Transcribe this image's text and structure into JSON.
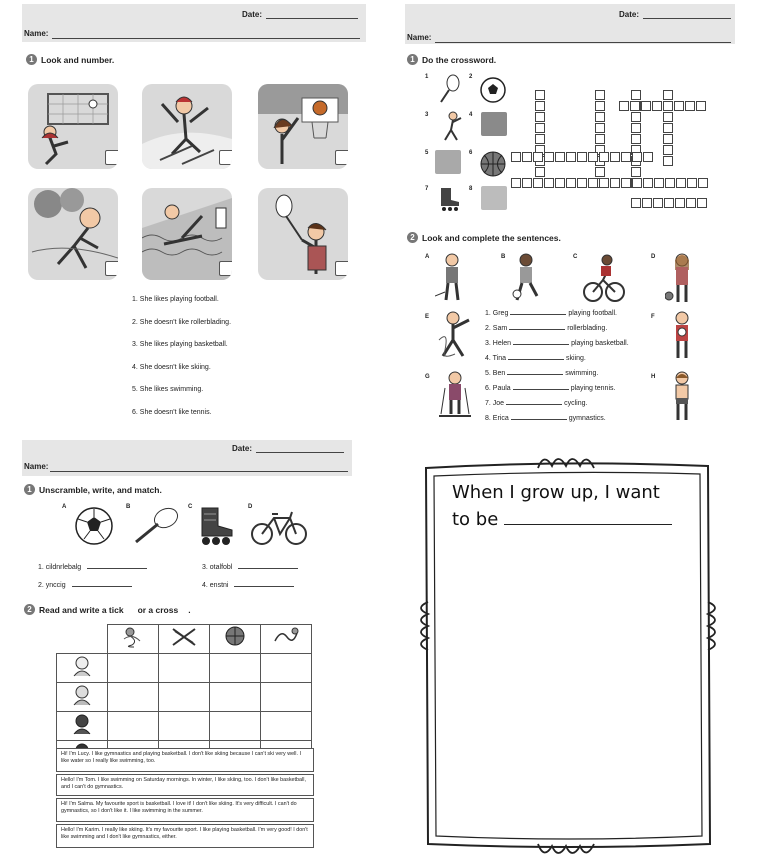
{
  "labels": {
    "date": "Date:",
    "name": "Name:"
  },
  "ws1": {
    "section1": "Look and number.",
    "sentences": [
      "1. She likes playing football.",
      "2. She doesn't like rollerblading.",
      "3. She likes playing basketball.",
      "4. She doesn't like skiing.",
      "5. She likes swimming.",
      "6. She doesn't like tennis."
    ]
  },
  "ws2": {
    "section1": "Do the crossword.",
    "clue_numbers": [
      "1",
      "2",
      "3",
      "4",
      "5",
      "6",
      "7",
      "8"
    ],
    "section2": "Look and complete the sentences.",
    "picture_letters": [
      "A",
      "B",
      "C",
      "D",
      "E",
      "F",
      "G",
      "H"
    ],
    "sentences": [
      {
        "name": "1. Greg",
        "rest": "playing football."
      },
      {
        "name": "2. Sam",
        "rest": "rollerblading."
      },
      {
        "name": "3. Helen",
        "rest": "playing basketball."
      },
      {
        "name": "4. Tina",
        "rest": "skiing."
      },
      {
        "name": "5. Ben",
        "rest": "swimming."
      },
      {
        "name": "6. Paula",
        "rest": "playing tennis."
      },
      {
        "name": "7. Joe",
        "rest": "cycling."
      },
      {
        "name": "8. Erica",
        "rest": "gymnastics."
      }
    ]
  },
  "ws3": {
    "section1": "Unscramble, write, and match.",
    "picture_letters": [
      "A",
      "B",
      "C",
      "D"
    ],
    "words": [
      "1. cildnrlebalg",
      "2. ynccig",
      "3. otalfobl",
      "4. enstni"
    ],
    "section2_a": "Read and write a tick",
    "section2_b": "or a cross",
    "paragraphs": [
      "Hi! I'm Lucy. I like gymnastics and playing basketball. I don't like skiing because I can't ski very well. I like water so I really like swimming, too.",
      "Hello! I'm Tom. I like swimming on Saturday mornings. In winter, I like skiing, too. I don't like basketball, and I can't do gymnastics.",
      "Hi! I'm Salma. My favourite sport is basketball. I love it! I don't like skiing. It's very difficult. I can't do gymnastics, so I don't like it. I like swimming in the summer.",
      "Hello! I'm Karim. I really like skiing. It's my favourite sport. I like playing basketball. I'm very good! I don't like swimming and I don't like gymnastics, either."
    ]
  },
  "ws4": {
    "line1": "When I  grow up, I want",
    "line2": "to be"
  }
}
